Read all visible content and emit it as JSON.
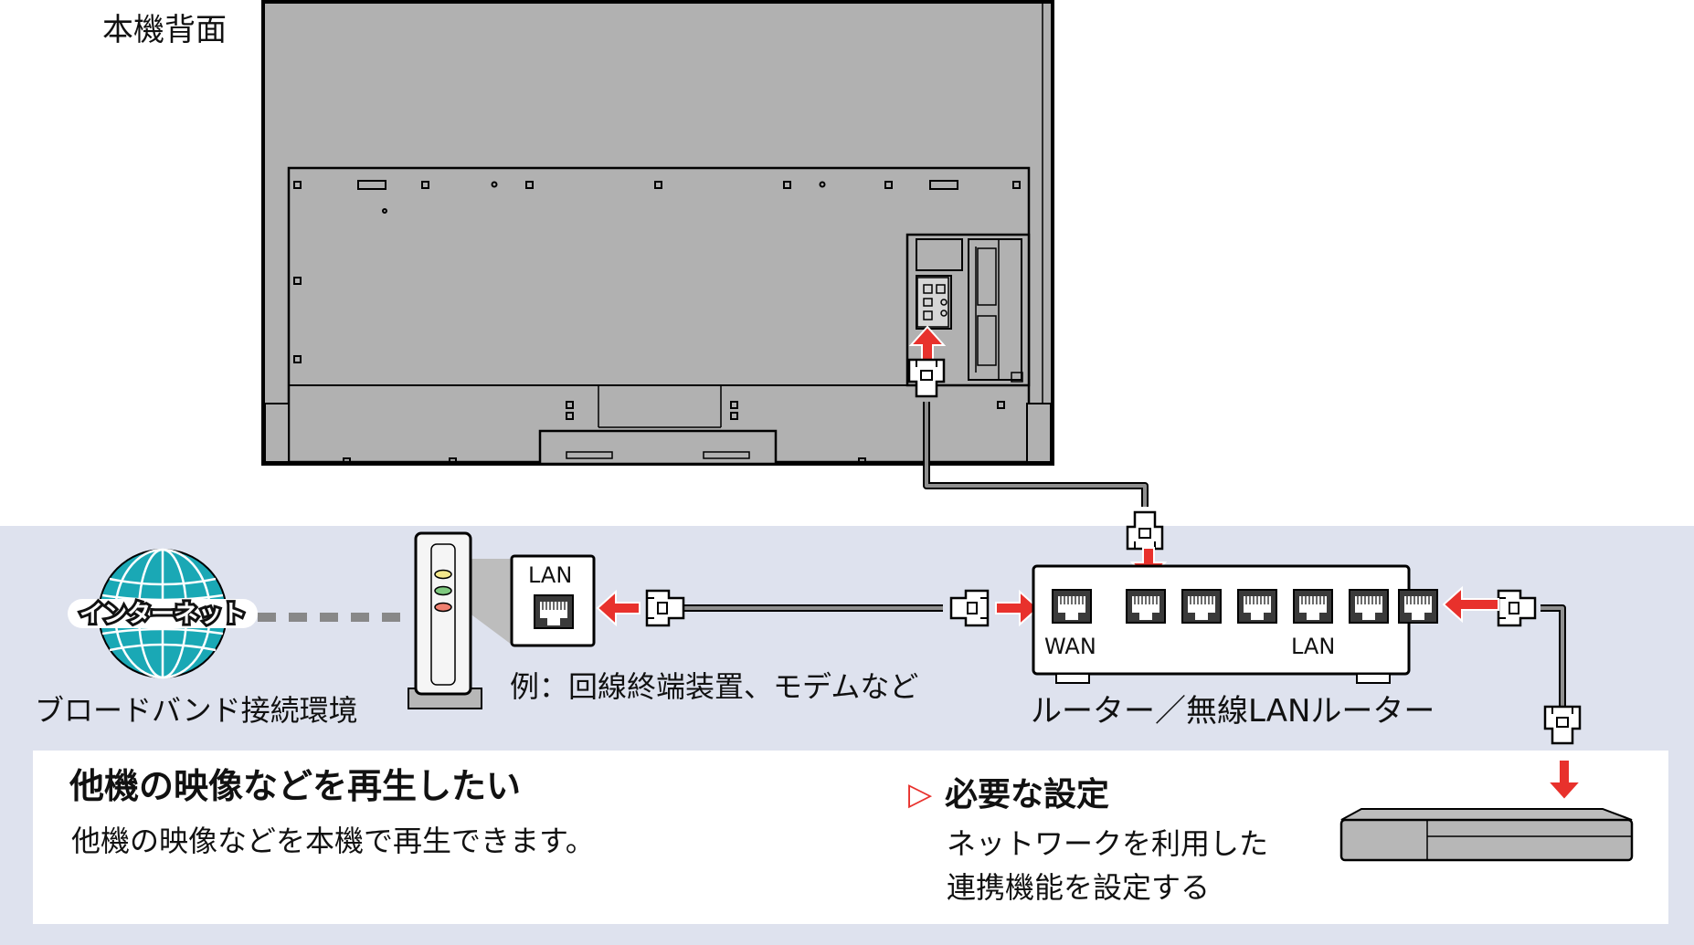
{
  "tv_back_label": "本機背面",
  "internet": {
    "label": "インターネット"
  },
  "broadband_label": "ブロードバンド接続環境",
  "modem": {
    "port_label": "LAN",
    "example_label": "例：回線終端装置、モデムなど"
  },
  "router": {
    "wan_label": "WAN",
    "lan_label": "LAN",
    "label": "ルーター／無線LANルーター"
  },
  "feature": {
    "title": "他機の映像などを再生したい",
    "description": "他機の映像などを本機で再生できます。"
  },
  "required": {
    "marker": "▷",
    "title": "必要な設定",
    "line1": "ネットワークを利用した",
    "line2": "連携機能を設定する"
  },
  "colors": {
    "arrow": "#e8312c",
    "band": "#dee2ee",
    "globe": "#1aa8b5",
    "tv_panel": "#b1b1b1",
    "cable": "#8f8f8f"
  }
}
